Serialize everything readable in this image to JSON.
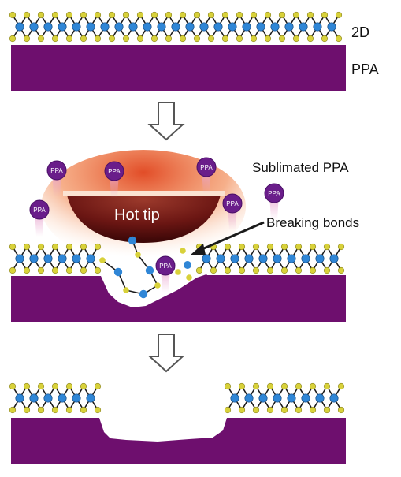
{
  "labels": {
    "two_d": "2D",
    "ppa": "PPA",
    "sublimated": "Sublimated PPA",
    "hot_tip": "Hot tip",
    "breaking_bonds": "Breaking bonds",
    "molecule": "PPA"
  },
  "colors": {
    "substrate": "#6e0f6e",
    "metal_atom": "#2f86d6",
    "chalcogen_atom": "#d8d13a",
    "bond": "#1a1a1a",
    "molecule": "#6a1d8a",
    "molecule_tail": "#e8a6cf",
    "tip_glow": "#e0431c",
    "tip": "#5a1010",
    "arrow": "#555555"
  },
  "icons": [
    "down-arrow-icon",
    "down-arrow-icon"
  ]
}
